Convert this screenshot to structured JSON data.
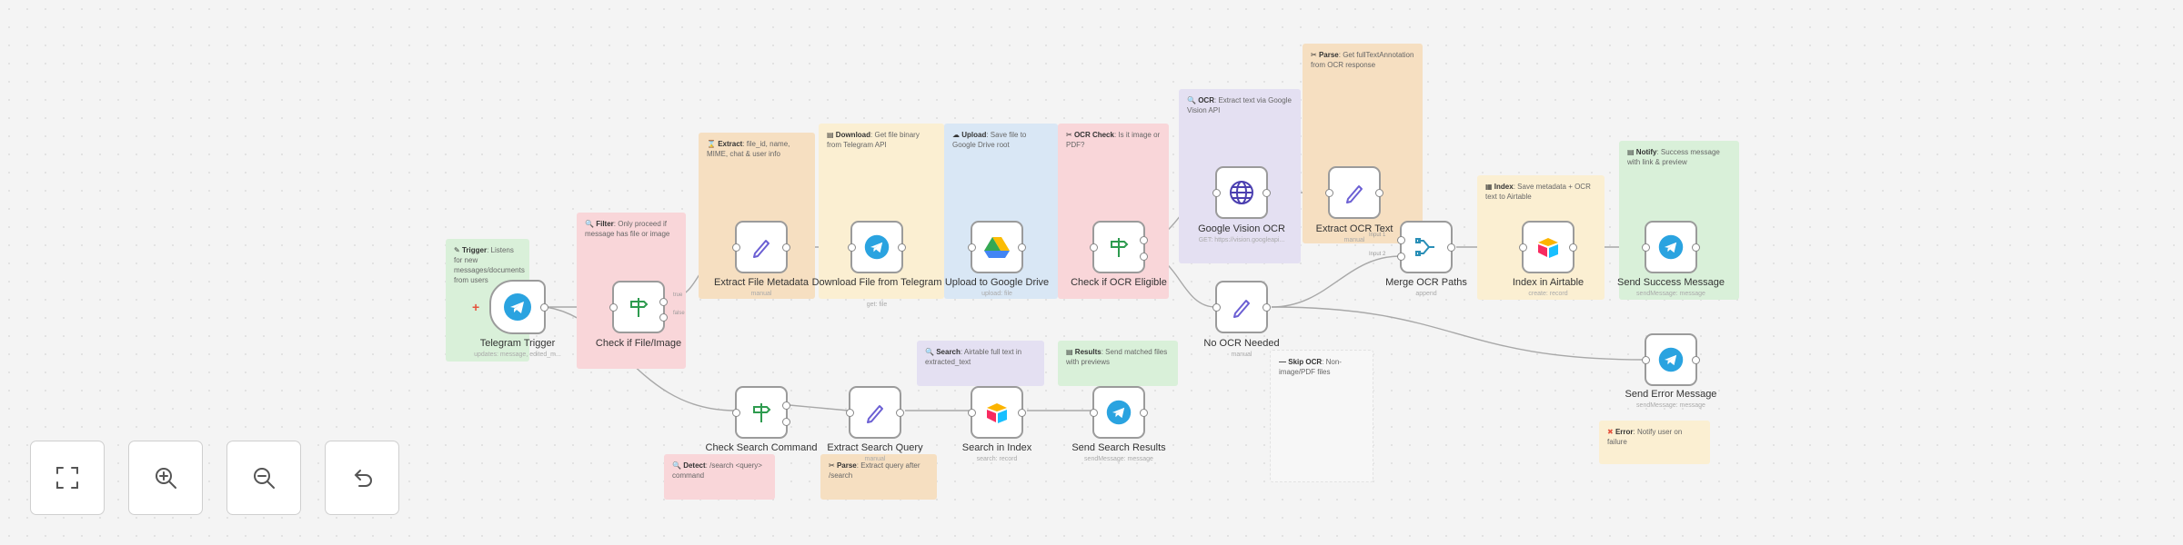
{
  "stickies": [
    {
      "key": "trigger",
      "tag": "Trigger",
      "text": "Listens for new messages/documents from users",
      "icon": "✎"
    },
    {
      "key": "filter",
      "tag": "Filter",
      "text": "Only proceed if message has file or image",
      "icon": "🔍"
    },
    {
      "key": "extract",
      "tag": "Extract",
      "text": "file_id, name, MIME, chat & user info",
      "icon": "⌛"
    },
    {
      "key": "download",
      "tag": "Download",
      "text": "Get file binary from Telegram API",
      "icon": "▤"
    },
    {
      "key": "upload",
      "tag": "Upload",
      "text": "Save file to Google Drive root",
      "icon": "☁"
    },
    {
      "key": "ocrcheck",
      "tag": "OCR Check",
      "text": "Is it image or PDF?",
      "icon": "✂"
    },
    {
      "key": "ocr",
      "tag": "OCR",
      "text": "Extract text via Google Vision API",
      "icon": "🔍"
    },
    {
      "key": "parse1",
      "tag": "Parse",
      "text": "Get fullTextAnnotation from OCR response",
      "icon": "✂"
    },
    {
      "key": "index",
      "tag": "Index",
      "text": "Save metadata + OCR text to Airtable",
      "icon": "▦"
    },
    {
      "key": "notify",
      "tag": "Notify",
      "text": "Success message with link & preview",
      "icon": "▤"
    },
    {
      "key": "search",
      "tag": "Search",
      "text": "Airtable full text in extracted_text",
      "icon": "🔍"
    },
    {
      "key": "results",
      "tag": "Results",
      "text": "Send matched files with previews",
      "icon": "▤"
    },
    {
      "key": "skipocr",
      "tag": "Skip OCR",
      "text": "Non-image/PDF files",
      "icon": "—"
    },
    {
      "key": "error",
      "tag": "Error",
      "text": "Notify user on failure",
      "icon": "✖"
    },
    {
      "key": "detect",
      "tag": "Detect",
      "text": "/search <query> command",
      "icon": "🔍"
    },
    {
      "key": "parse2",
      "tag": "Parse",
      "text": "Extract query after /search",
      "icon": "✂"
    }
  ],
  "nodes": [
    {
      "key": "telegram_trigger",
      "label": "Telegram Trigger",
      "sub": "updates: message, edited_m...",
      "icon": "telegram"
    },
    {
      "key": "check_file",
      "label": "Check if File/Image",
      "sub": "",
      "icon": "signpost"
    },
    {
      "key": "extract_meta",
      "label": "Extract File Metadata",
      "sub": "manual",
      "icon": "pen"
    },
    {
      "key": "download_file",
      "label": "Download File from Telegram",
      "sub": "get: file",
      "icon": "telegram"
    },
    {
      "key": "upload_drive",
      "label": "Upload to Google Drive",
      "sub": "upload: file",
      "icon": "gdrive"
    },
    {
      "key": "check_ocr",
      "label": "Check if OCR Eligible",
      "sub": "",
      "icon": "signpost"
    },
    {
      "key": "vision_ocr",
      "label": "Google Vision OCR",
      "sub": "GET: https://vision.googleapi...",
      "icon": "globe"
    },
    {
      "key": "extract_ocr",
      "label": "Extract OCR Text",
      "sub": "manual",
      "icon": "pen"
    },
    {
      "key": "no_ocr",
      "label": "No OCR Needed",
      "sub": "manual",
      "icon": "pen"
    },
    {
      "key": "merge",
      "label": "Merge OCR Paths",
      "sub": "append",
      "icon": "merge"
    },
    {
      "key": "index_airtable",
      "label": "Index in Airtable",
      "sub": "create: record",
      "icon": "airtable"
    },
    {
      "key": "send_success",
      "label": "Send Success Message",
      "sub": "sendMessage: message",
      "icon": "telegram"
    },
    {
      "key": "send_error",
      "label": "Send Error Message",
      "sub": "sendMessage: message",
      "icon": "telegram"
    },
    {
      "key": "check_search",
      "label": "Check Search Command",
      "sub": "",
      "icon": "signpost"
    },
    {
      "key": "extract_query",
      "label": "Extract Search Query",
      "sub": "manual",
      "icon": "pen"
    },
    {
      "key": "search_index",
      "label": "Search in Index",
      "sub": "search: record",
      "icon": "airtable"
    },
    {
      "key": "send_results",
      "label": "Send Search Results",
      "sub": "sendMessage: message",
      "icon": "telegram"
    }
  ],
  "port_labels": {
    "true": "true",
    "false": "false",
    "input1": "Input 1",
    "input2": "Input 2"
  },
  "controls": [
    {
      "key": "fit",
      "icon": "fit-view-icon"
    },
    {
      "key": "zoomin",
      "icon": "zoom-in-icon"
    },
    {
      "key": "zoomout",
      "icon": "zoom-out-icon"
    },
    {
      "key": "reset",
      "icon": "undo-icon"
    }
  ],
  "colors": {
    "telegram": "#2aa3e0",
    "accent": "#e5533d",
    "pen": "#6b5fd3"
  }
}
